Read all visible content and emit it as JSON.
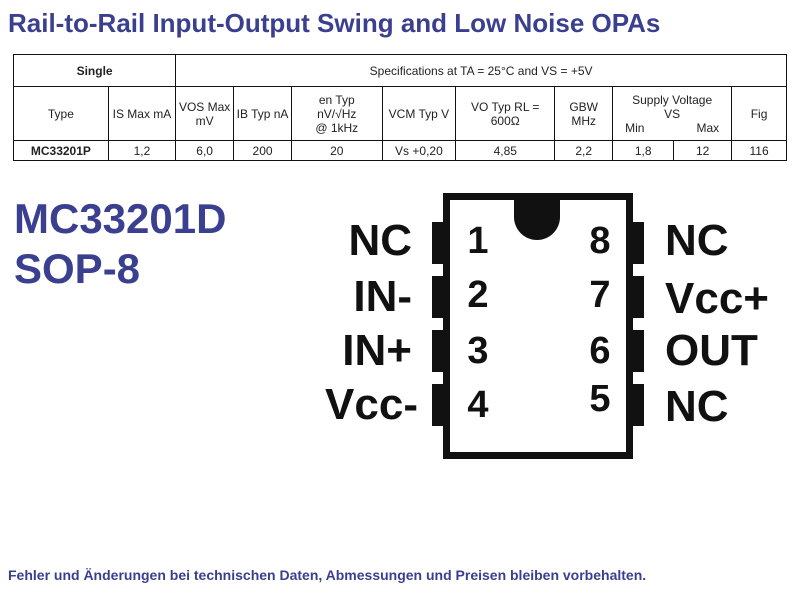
{
  "title": "Rail-to-Rail Input-Output Swing and Low Noise OPAs",
  "table": {
    "group_label": "Single",
    "specs_caption": "Specifications at TA = 25°C and VS = +5V",
    "headers": {
      "type": "Type",
      "is_max": "IS Max mA",
      "vos_max": "VOS Max mV",
      "ib_typ": "IB Typ nA",
      "en_typ_1": "en Typ",
      "en_typ_2": "nV/√Hz",
      "en_typ_3": "@ 1kHz",
      "vcm_typ": "VCM Typ V",
      "vo_typ": "VO Typ RL = 600Ω",
      "gbw": "GBW MHz",
      "supply_1": "Supply Voltage",
      "supply_2": "VS",
      "supply_min": "Min",
      "supply_max": "Max",
      "fig": "Fig"
    },
    "row": {
      "type": "MC33201P",
      "is_max": "1,2",
      "vos_max": "6,0",
      "ib_typ": "200",
      "en_typ": "20",
      "vcm_typ": "Vs +0,20",
      "vo_typ": "4,85",
      "gbw": "2,2",
      "supply_min": "1,8",
      "supply_max": "12",
      "fig": "116"
    }
  },
  "chip": {
    "name": "MC33201D",
    "package": "SOP-8"
  },
  "pins": [
    {
      "num": "1",
      "label": "NC"
    },
    {
      "num": "2",
      "label": "IN-"
    },
    {
      "num": "3",
      "label": "IN+"
    },
    {
      "num": "4",
      "label": "Vcc-"
    },
    {
      "num": "5",
      "label": "NC"
    },
    {
      "num": "6",
      "label": "OUT"
    },
    {
      "num": "7",
      "label": "Vcc+"
    },
    {
      "num": "8",
      "label": "NC"
    }
  ],
  "disclaimer": "Fehler und Änderungen bei technischen Daten, Abmessungen und Preisen bleiben vorbehalten."
}
